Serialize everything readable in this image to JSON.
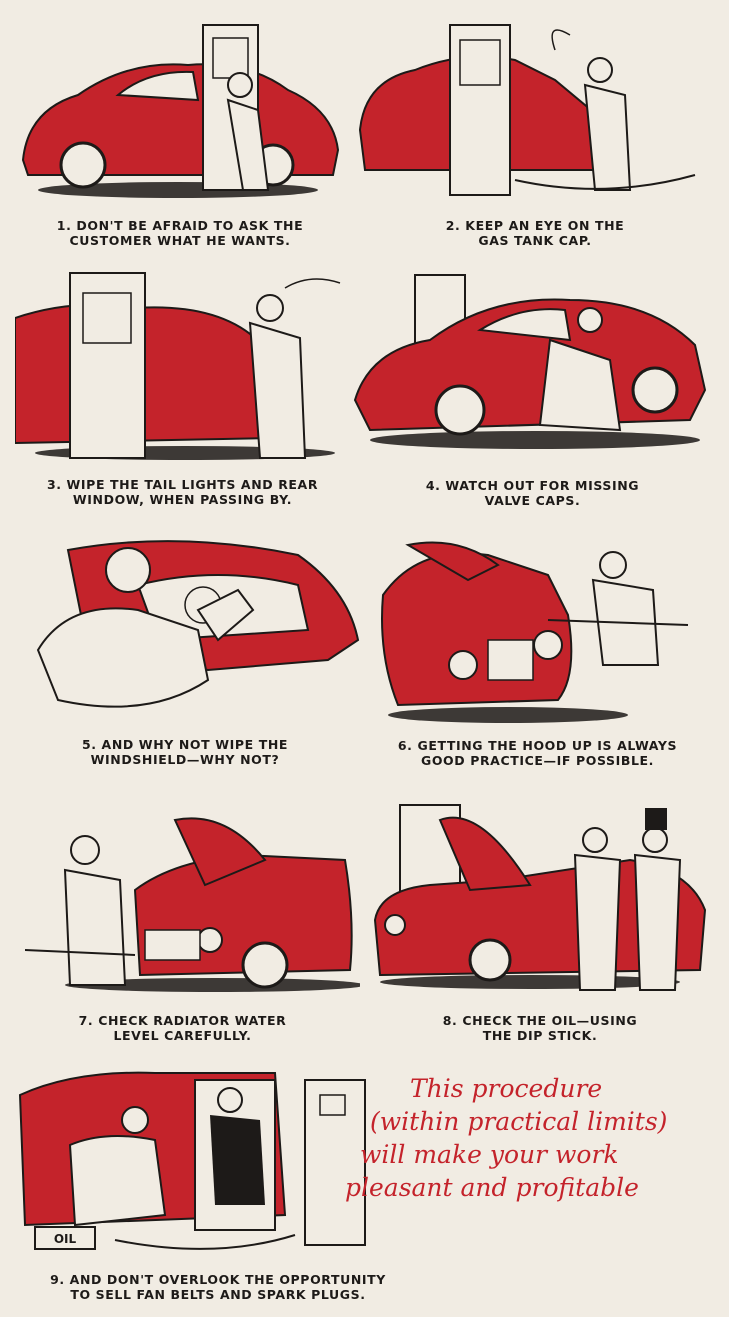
{
  "colors": {
    "car_red": "#c4232b",
    "ink": "#1d1a18",
    "paper": "#f1ece3"
  },
  "panels": [
    {
      "number": "1.",
      "lines": [
        "DON'T BE AFRAID TO ASK THE",
        "CUSTOMER WHAT HE WANTS."
      ]
    },
    {
      "number": "2.",
      "lines": [
        "KEEP AN EYE ON THE",
        "GAS TANK CAP."
      ]
    },
    {
      "number": "3.",
      "lines": [
        "WIPE THE TAIL LIGHTS AND REAR",
        "WINDOW, WHEN PASSING BY."
      ]
    },
    {
      "number": "4.",
      "lines": [
        "WATCH OUT FOR MISSING",
        "VALVE CAPS."
      ]
    },
    {
      "number": "5.",
      "lines": [
        "AND WHY NOT WIPE THE",
        "WINDSHIELD—WHY NOT?"
      ]
    },
    {
      "number": "6.",
      "lines": [
        "GETTING THE HOOD UP IS ALWAYS",
        "GOOD PRACTICE—IF POSSIBLE."
      ]
    },
    {
      "number": "7.",
      "lines": [
        "CHECK RADIATOR WATER",
        "LEVEL CAREFULLY."
      ]
    },
    {
      "number": "8.",
      "lines": [
        "CHECK THE OIL—USING",
        "THE DIP STICK."
      ]
    },
    {
      "number": "9.",
      "lines": [
        "AND DON'T OVERLOOK THE OPPORTUNITY",
        "TO SELL FAN BELTS AND SPARK PLUGS."
      ]
    }
  ],
  "handwritten_note": [
    "This procedure",
    "(within practical limits)",
    "will make your work",
    "pleasant and profitable"
  ],
  "sign_text": {
    "oil": "OIL"
  }
}
